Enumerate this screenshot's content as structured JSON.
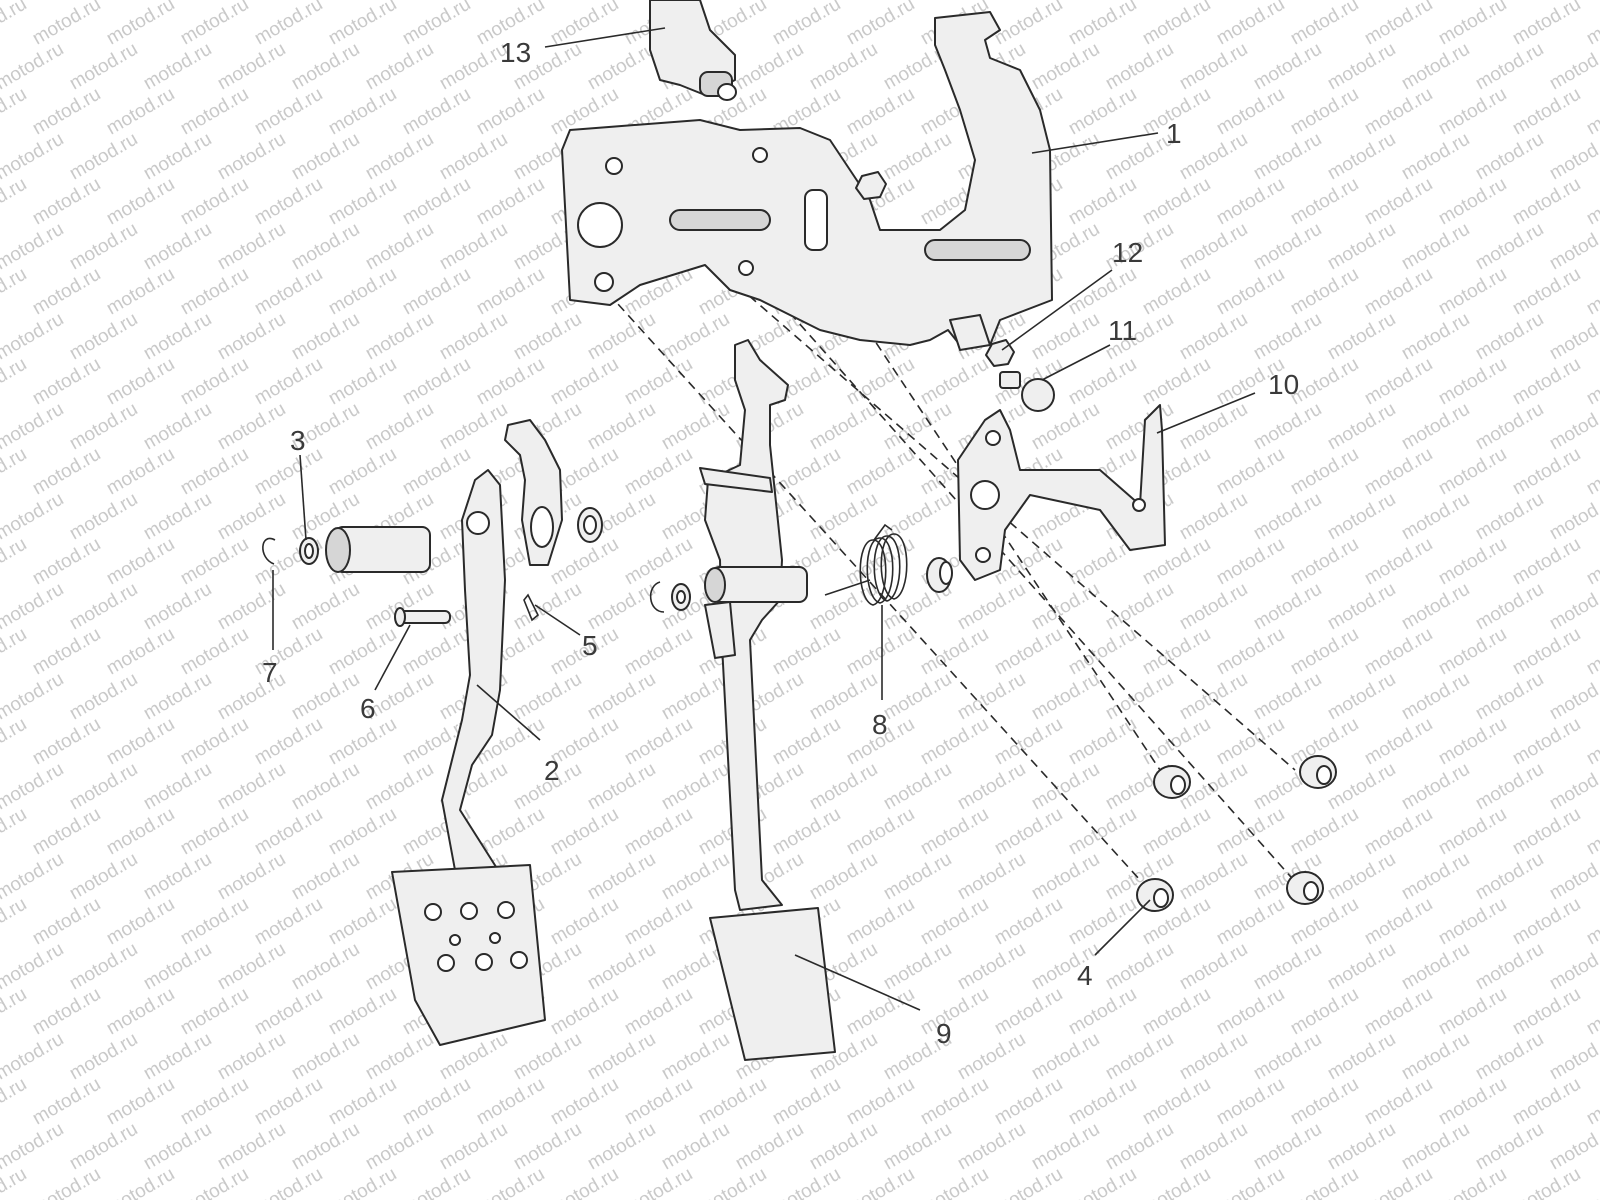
{
  "watermark": "motod.ru",
  "callouts": [
    "1",
    "2",
    "3",
    "4",
    "5",
    "6",
    "7",
    "8",
    "9",
    "10",
    "11",
    "12",
    "13"
  ]
}
